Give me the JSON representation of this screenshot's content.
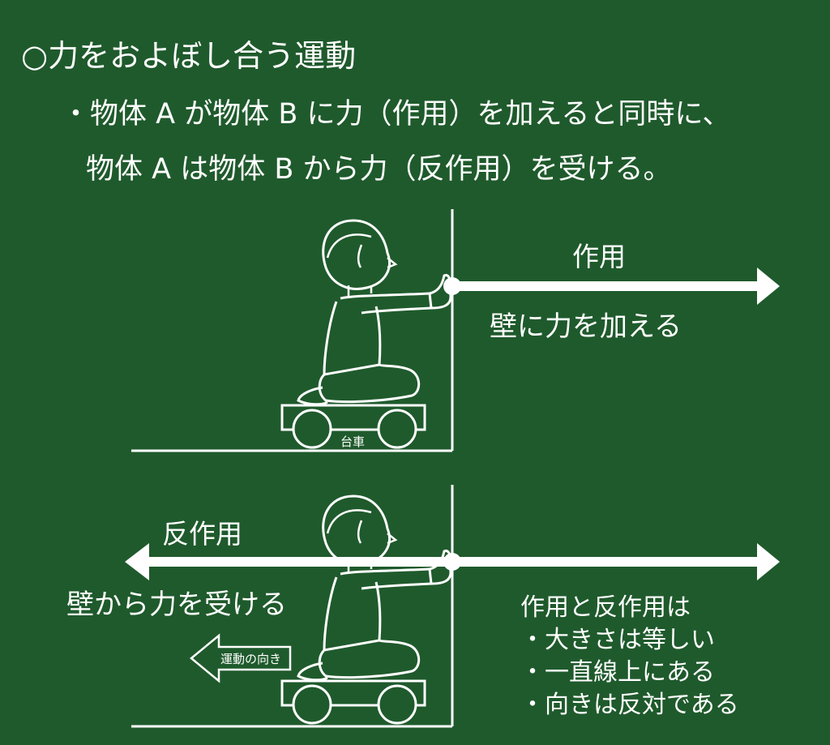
{
  "heading": "○力をおよぼし合う運動",
  "bullets": [
    "・物体 A が物体 B に力（作用）を加えると同時に、",
    "物体 A は物体 B から力（反作用）を受ける。"
  ],
  "top_panel": {
    "arrow_label": "作用",
    "arrow_caption": "壁に力を加える",
    "cart_label": "台車"
  },
  "bottom_panel": {
    "arrow_label": "反作用",
    "arrow_caption": "壁から力を受ける",
    "motion_label": "運動の向き"
  },
  "summary": {
    "heading": "作用と反作用は",
    "items": [
      "・大きさは等しい",
      "・一直線上にある",
      "・向きは反対である"
    ]
  },
  "colors": {
    "board": "#1f5a2c",
    "chalk": "#ffffff"
  }
}
